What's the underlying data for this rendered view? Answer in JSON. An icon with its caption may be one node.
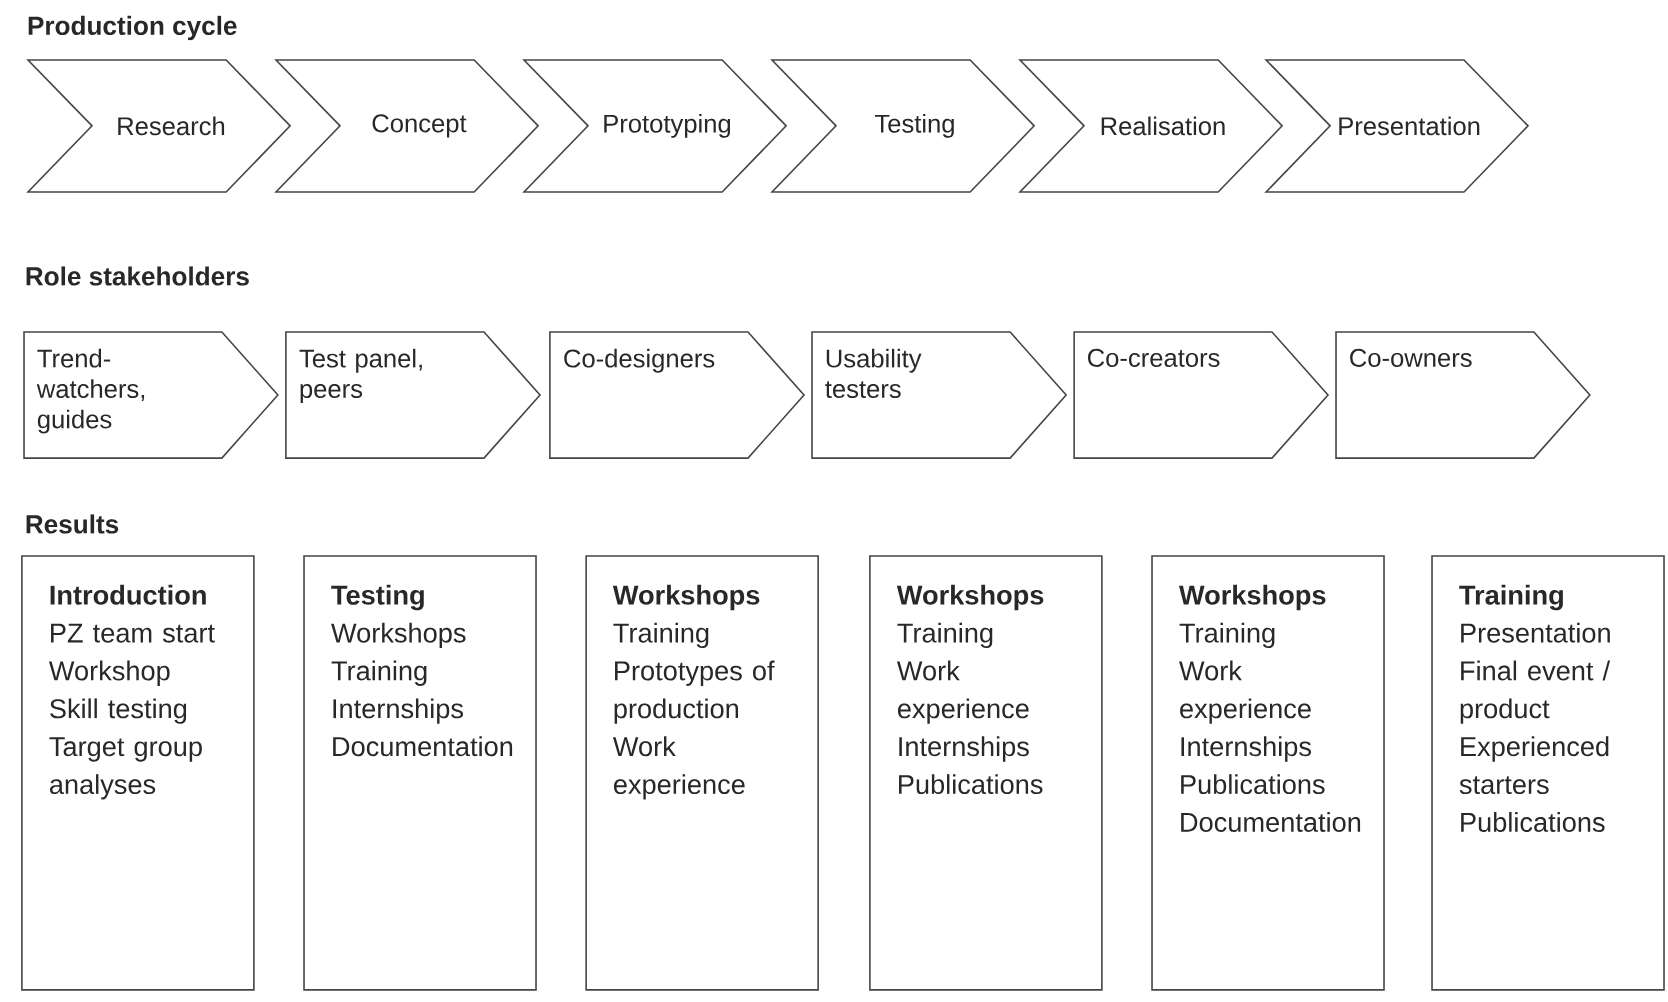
{
  "diagram": {
    "nodes": [
      {
        "text": [
          "Research"
        ]
      },
      {
        "text": [
          "Concept"
        ]
      },
      {
        "text": [
          "Prototyping"
        ]
      },
      {
        "text": [
          "Testing"
        ]
      },
      {
        "text": [
          "Realisation"
        ]
      },
      {
        "text": [
          "Presentation"
        ]
      },
      {
        "text": [
          "Trend-watchers, guides"
        ]
      },
      {
        "text": [
          "Test panel, peers"
        ]
      },
      {
        "text": [
          "Co-designers"
        ]
      },
      {
        "text": [
          "Usability testers"
        ]
      },
      {
        "text": [
          "Co-creators"
        ]
      },
      {
        "text": [
          "Co-owners"
        ]
      },
      {
        "text": [
          "Introduction",
          "PZ team start",
          "Workshop",
          "Skill testing",
          "Target group analyses"
        ]
      },
      {
        "text": [
          "Testing",
          "Workshops",
          "Training",
          "Internships",
          "Documentation"
        ]
      },
      {
        "text": [
          "Workshops",
          "Training",
          "Prototypes of production",
          "Work experience"
        ]
      },
      {
        "text": [
          "Workshops",
          "Training",
          "Work experience",
          "Internships",
          "Publications"
        ]
      },
      {
        "text": [
          "Workshops",
          "Training",
          "Work experience",
          "Internships",
          "Publications",
          "Documentation"
        ]
      },
      {
        "text": [
          "Training",
          "Presentation",
          "Final event / product",
          "Experienced starters",
          "Publications"
        ]
      }
    ],
    "edges": [],
    "labels": [
      "Production cycle",
      "Role stakeholders",
      "Results"
    ]
  }
}
